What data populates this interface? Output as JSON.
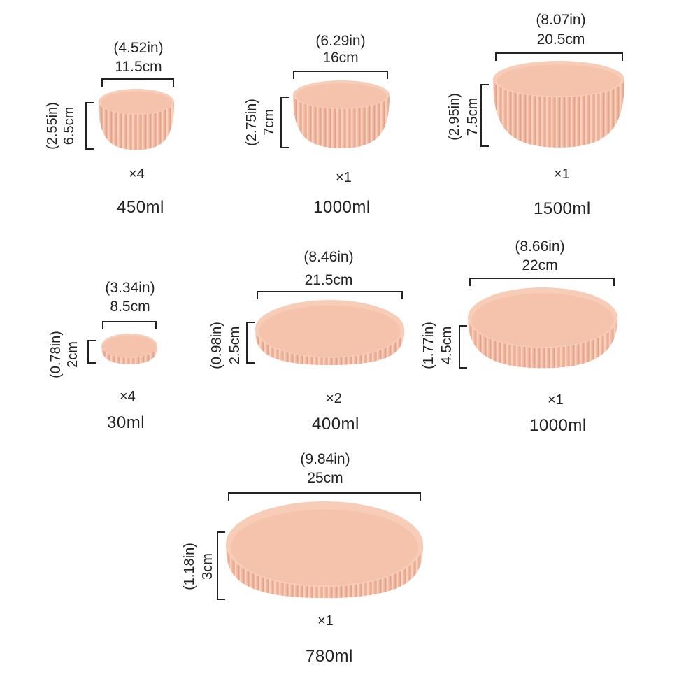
{
  "colors": {
    "ceramic": "#f2b59c",
    "ceramic_inner": "#f5c2ab",
    "ceramic_rim": "#f7cdb8",
    "rib_dark": "#e3a388",
    "rib_light": "#f8d2c1",
    "line": "#222222"
  },
  "items": [
    {
      "id": "bowl-450",
      "width_in": "(4.52in)",
      "width_cm": "11.5cm",
      "height_in": "(2.55in)",
      "height_cm": "6.5cm",
      "quantity": "×4",
      "volume": "450ml"
    },
    {
      "id": "bowl-1000",
      "width_in": "(6.29in)",
      "width_cm": "16cm",
      "height_in": "(2.75in)",
      "height_cm": "7cm",
      "quantity": "×1",
      "volume": "1000ml"
    },
    {
      "id": "bowl-1500",
      "width_in": "(8.07in)",
      "width_cm": "20.5cm",
      "height_in": "(2.95in)",
      "height_cm": "7.5cm",
      "quantity": "×1",
      "volume": "1500ml"
    },
    {
      "id": "dish-30",
      "width_in": "(3.34in)",
      "width_cm": "8.5cm",
      "height_in": "(0.78in)",
      "height_cm": "2cm",
      "quantity": "×4",
      "volume": "30ml"
    },
    {
      "id": "plate-400",
      "width_in": "(8.46in)",
      "width_cm": "21.5cm",
      "height_in": "(0.98in)",
      "height_cm": "2.5cm",
      "quantity": "×2",
      "volume": "400ml"
    },
    {
      "id": "dish-1000",
      "width_in": "(8.66in)",
      "width_cm": "22cm",
      "height_in": "(1.77in)",
      "height_cm": "4.5cm",
      "quantity": "×1",
      "volume": "1000ml"
    },
    {
      "id": "plate-780",
      "width_in": "(9.84in)",
      "width_cm": "25cm",
      "height_in": "(1.18in)",
      "height_cm": "3cm",
      "quantity": "×1",
      "volume": "780ml"
    }
  ]
}
